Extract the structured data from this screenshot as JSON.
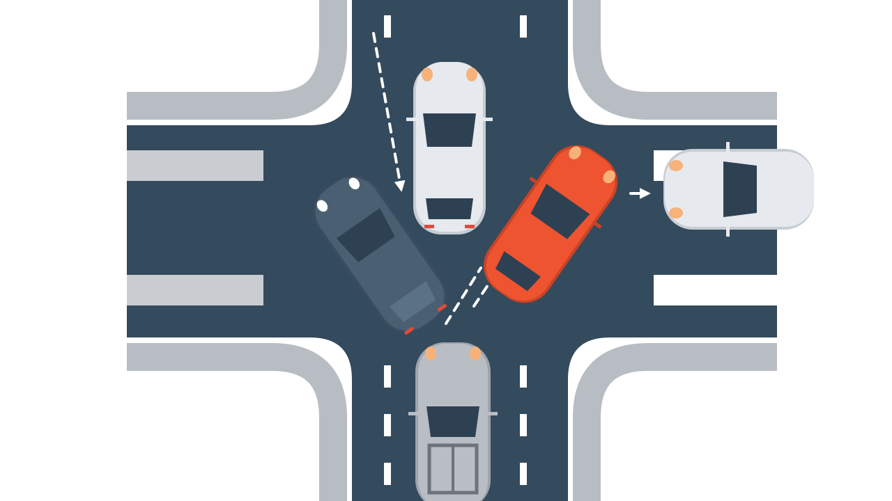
{
  "scene": {
    "description_visible_text": "",
    "colors": {
      "background": "#ffffff",
      "asphalt": "#344a5d",
      "curb": "#b8bdc3",
      "curb_edge": "#ffffff",
      "lane_marking": "#ffffff",
      "crosswalk": "#c9cdd2",
      "car_white": "#e6e9ee",
      "car_white_shadow": "#c7ccd3",
      "car_dark": "#4a5f72",
      "car_dark_shadow": "#3a4d5e",
      "car_red": "#ee5430",
      "car_red_shadow": "#c94326",
      "car_silver": "#b9bec5",
      "car_silver_shadow": "#9ea4ac",
      "glass": "#2e4153",
      "headlight": "#f7b27a",
      "taillight": "#e24a3a"
    },
    "vehicles": [
      {
        "name": "white-car-north",
        "color": "white",
        "heading": "south"
      },
      {
        "name": "dark-car-turning",
        "color": "dark-slate",
        "heading": "northwest"
      },
      {
        "name": "red-car-turning",
        "color": "red",
        "heading": "northeast"
      },
      {
        "name": "white-car-east",
        "color": "white",
        "heading": "west"
      },
      {
        "name": "silver-car-south",
        "color": "silver",
        "heading": "north"
      }
    ],
    "paths": [
      {
        "name": "white-car-north-path",
        "style": "dashed-arrow"
      },
      {
        "name": "red-car-path",
        "style": "dashed-arrow"
      },
      {
        "name": "dark-car-path",
        "style": "dashed"
      }
    ]
  }
}
